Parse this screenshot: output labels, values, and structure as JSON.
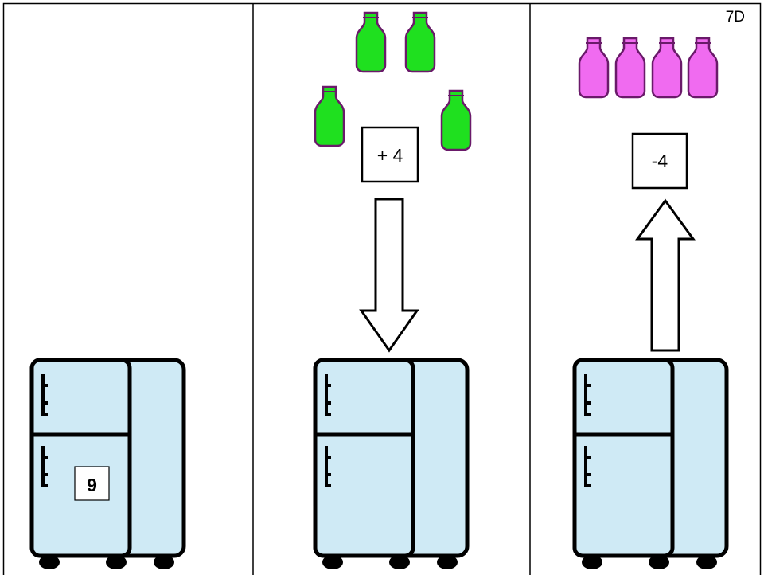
{
  "page_label": "7D",
  "panels": [
    {
      "id": "start",
      "fridge_count_label": "9"
    },
    {
      "id": "add",
      "operation_label": "+ 4",
      "bottle_count": 4,
      "bottle_color": "#1fe01f",
      "arrow_direction": "down"
    },
    {
      "id": "remove",
      "operation_label": "-4",
      "bottle_count": 4,
      "bottle_color": "#f06bf0",
      "arrow_direction": "up"
    }
  ],
  "colors": {
    "fridge_fill": "#cfeaf5",
    "outline": "#000000",
    "bottle_outline": "#6a1a6a",
    "border": "#000000"
  },
  "icons": [
    "fridge-icon",
    "milk-bottle-icon",
    "arrow-down-icon",
    "arrow-up-icon"
  ]
}
